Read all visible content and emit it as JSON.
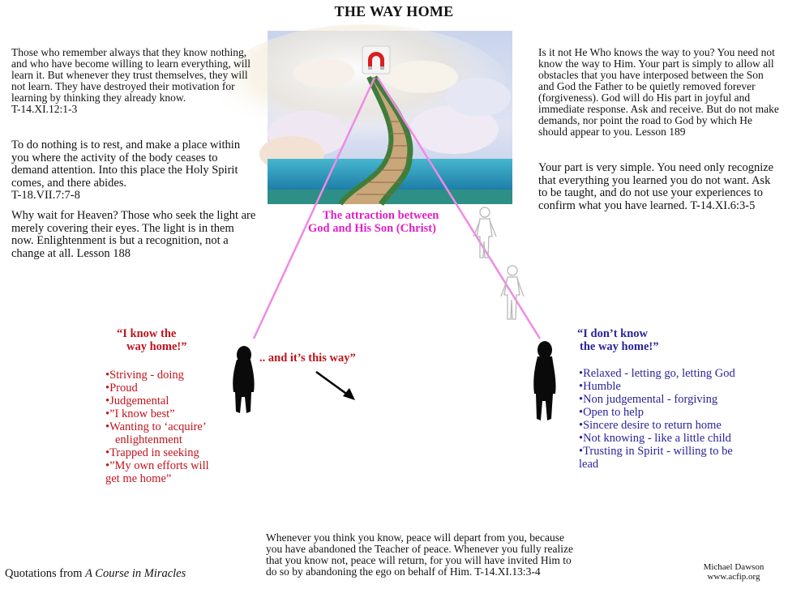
{
  "title": "THE WAY HOME",
  "left_quotes": [
    {
      "text": "Those who remember always that they know nothing, and who have become willing to learn everything, will learn it. But whenever they trust themselves, they will not learn. They have destroyed their motivation for learning by thinking they already know.",
      "ref": "T-14.XI.12:1-3"
    },
    {
      "text": "To do nothing is to rest, and make a place within you where the activity of the body ceases to demand attention. Into this place the Holy Spirit comes, and there abides.",
      "ref": "T-18.VII.7:7-8"
    },
    {
      "text": "Why wait for Heaven? Those who seek the light are merely covering their eyes. The light is in them now. Enlightenment is but a recognition, not a change at all. Lesson 188",
      "ref": ""
    }
  ],
  "right_quotes": [
    {
      "text": "Is it not He Who knows the way to you?  You need not know the way to Him.  Your part is simply to allow all obstacles that you have interposed between the Son and God the Father to be quietly removed forever (forgiveness).  God will do His part in joyful and immediate response.  Ask and receive.  But do not make demands, nor point the road to God by which He should appear to you.  Lesson 189"
    },
    {
      "text": "Your part is very simple. You need only recognize that everything you learned you do not want. Ask to be taught, and do not use your experiences to confirm what you have learned. T-14.XI.6:3-5"
    }
  ],
  "attraction_label_1": "The attraction between",
  "attraction_label_2": "God and His Son (Christ)",
  "left_heading_1": "“I know the",
  "left_heading_2": "way home!”",
  "this_way": ".. and it’s this way”",
  "left_bullets": [
    "•Striving - doing",
    "•Proud",
    "•Judgemental",
    "•”I know best”",
    "•Wanting to ‘acquire’",
    "  enlightenment",
    "•Trapped in seeking",
    "•”My own efforts will",
    "get me home”"
  ],
  "right_heading_1": "“I don’t know",
  "right_heading_2": "the way home!”",
  "right_bullets": [
    "•Relaxed - letting go, letting God",
    "•Humble",
    "•Non judgemental - forgiving",
    "•Open to help",
    "•Sincere desire to return home",
    "•Not knowing - like a little child",
    "•Trusting in Spirit - willing to be",
    "lead"
  ],
  "bottom_quote": [
    "Whenever you think you know, peace will depart from you, because",
    "you have abandoned the Teacher of peace. Whenever you fully realize",
    "that you know not, peace will return, for you will have invited Him to",
    "do so by abandoning the ego on behalf of Him. T-14.XI.13:3-4"
  ],
  "footer_prefix": "Quotations from ",
  "footer_book": "A Course in Miracles",
  "author": "Michael Dawson",
  "website": "www.acfip.org",
  "colors": {
    "red": "#c0141c",
    "blue": "#2a239a",
    "magenta": "#e020c8",
    "line": "#f08ae6"
  },
  "icons": [
    "magnet-icon",
    "stairway-to-heaven-image",
    "person-silhouette-icon",
    "arrow-icon",
    "ghost-figure-icon"
  ]
}
